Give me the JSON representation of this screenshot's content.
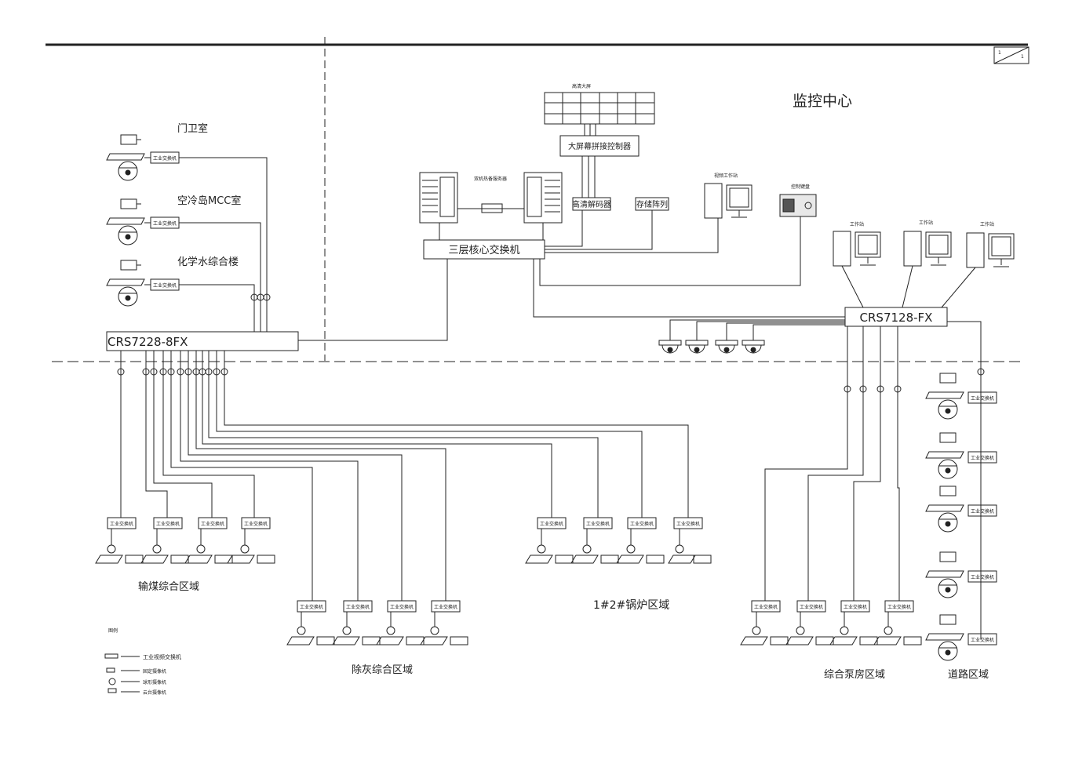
{
  "title_block": {
    "top": "1",
    "bottom": "1"
  },
  "center": {
    "title": "监控中心",
    "videowall": "高清大屏",
    "splicer": "大屏幕拼接控制器",
    "server_pair": "双机热备服务器",
    "decoder": "高清解码器",
    "storage": "存储阵列",
    "video_ws": "视频工作站",
    "keyboard": "控制键盘",
    "core_switch": "三层核心交换机",
    "ws": "工作站",
    "agg_switch_right": "CRS7128-FX"
  },
  "left": {
    "agg_switch": "CRS7228-8FX",
    "sites": [
      {
        "name": "门卫室"
      },
      {
        "name": "空冷岛MCC室"
      },
      {
        "name": "化学水综合楼"
      }
    ]
  },
  "switch_label": "工业交换机",
  "regions": {
    "coal": "输煤综合区域",
    "ash": "除灰综合区域",
    "boiler": "1#2#锅炉区域",
    "pump": "综合泵房区域",
    "road": "道路区域"
  },
  "legend": {
    "title": "图例",
    "items": [
      "工业视频交换机",
      "固定摄像机",
      "球形摄像机",
      "云台摄像机"
    ]
  }
}
